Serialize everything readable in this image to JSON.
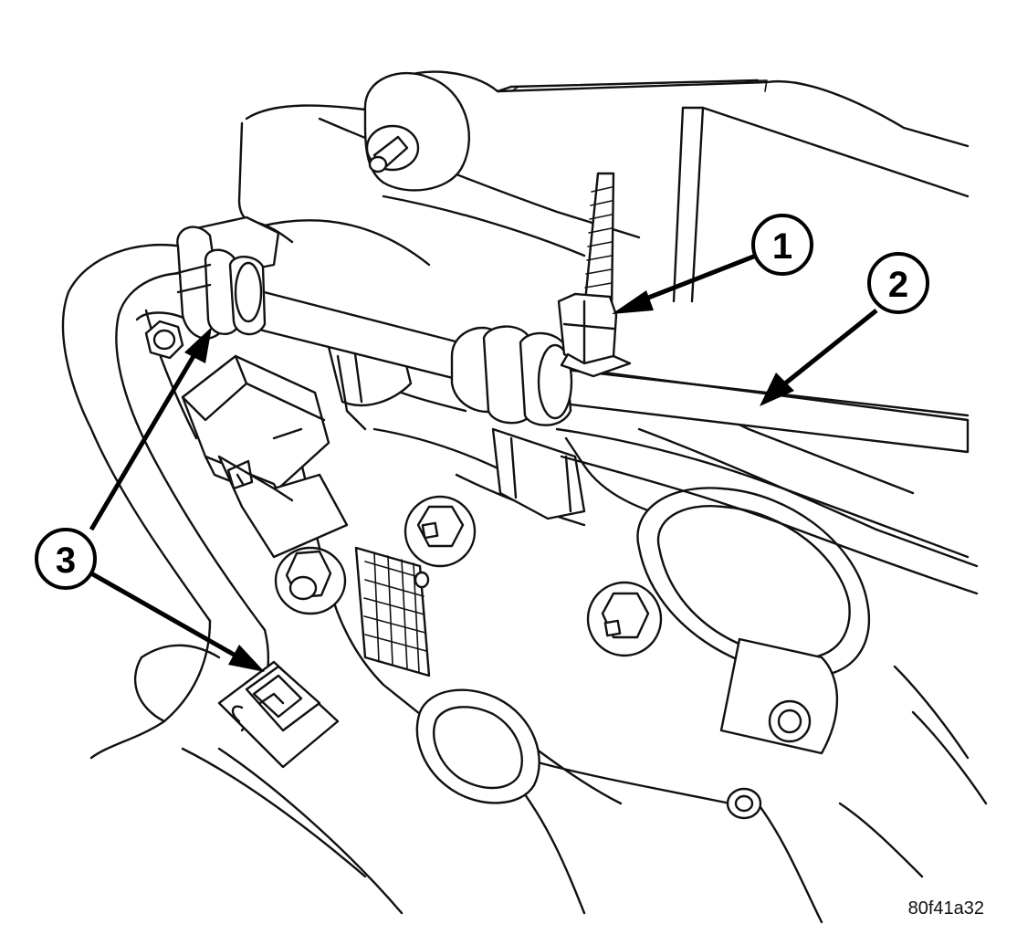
{
  "callouts": [
    {
      "id": "1",
      "label": "1"
    },
    {
      "id": "2",
      "label": "2"
    },
    {
      "id": "3",
      "label": "3"
    }
  ],
  "figure_id": "80f41a32"
}
